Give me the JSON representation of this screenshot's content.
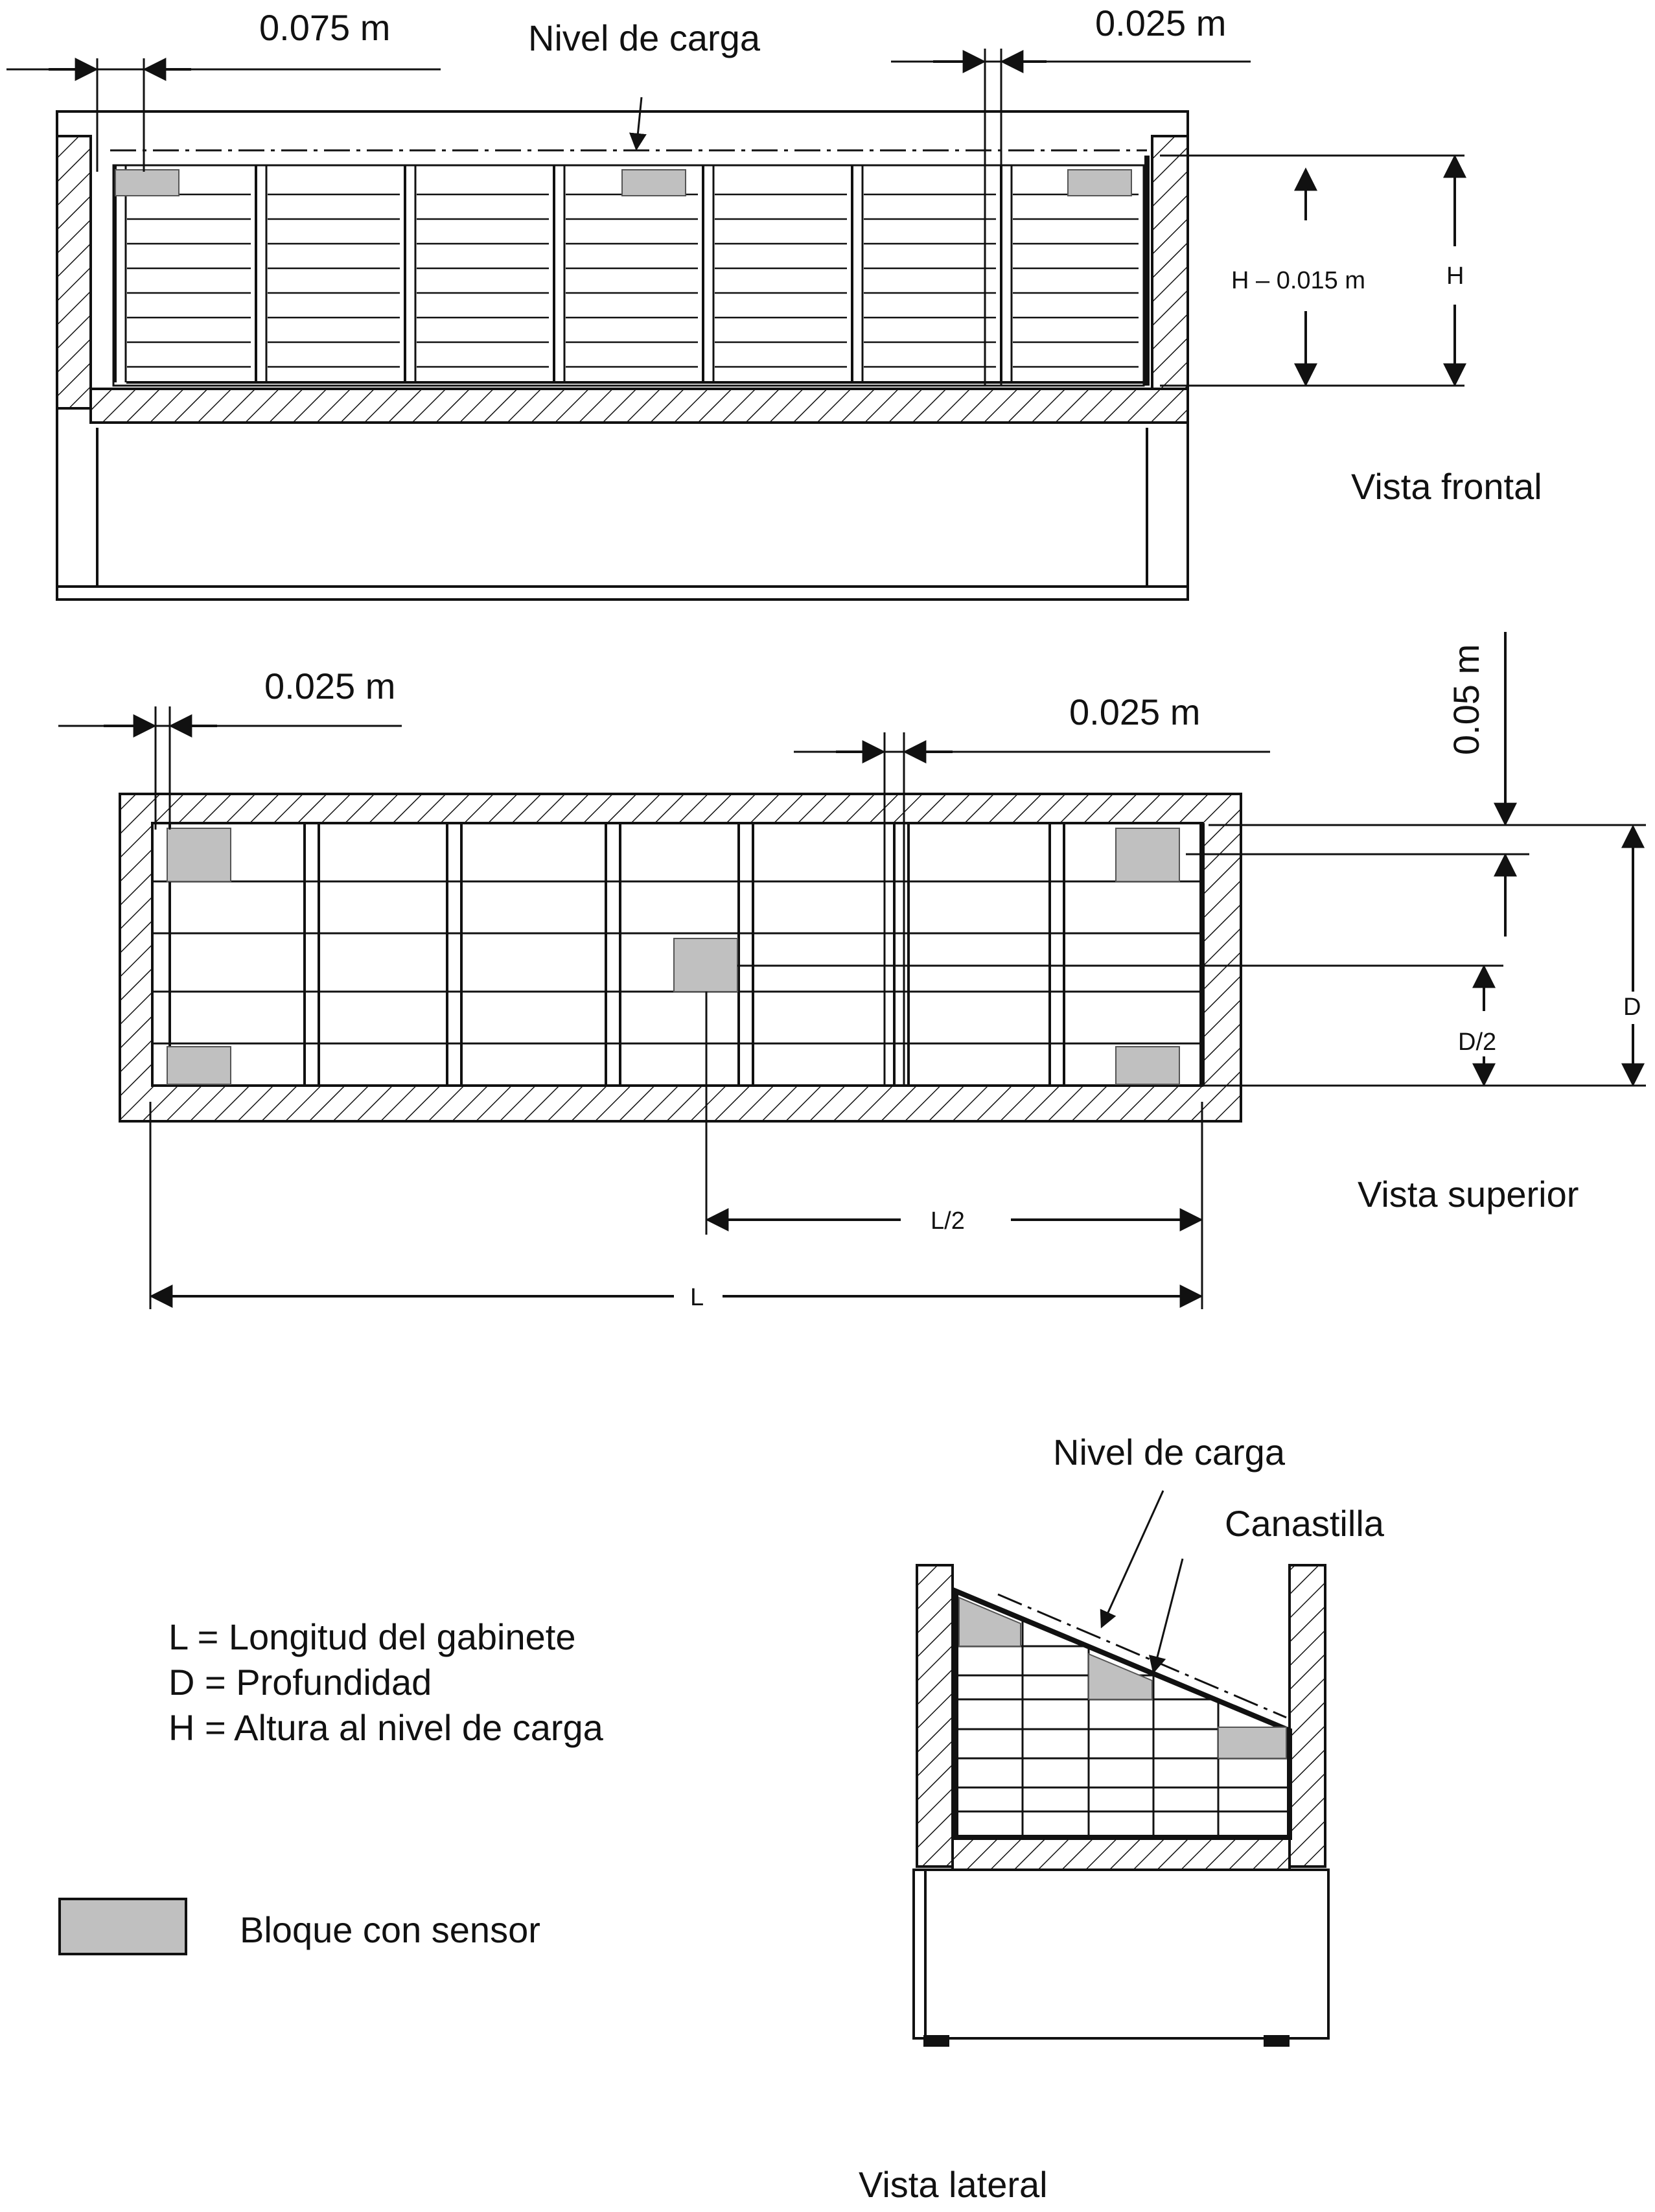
{
  "front_view": {
    "title": "Vista frontal",
    "load_level": "Nivel de carga",
    "dim_left": "0.075 m",
    "dim_right": "0.025 m",
    "dim_h_minus": "H – 0.015 m",
    "dim_h": "H"
  },
  "top_view": {
    "title": "Vista superior",
    "dim_left": "0.025 m",
    "dim_mid": "0.025 m",
    "dim_vertical": "0.05 m",
    "dim_d": "D",
    "dim_d_half": "D/2",
    "dim_l_half": "L/2",
    "dim_l": "L"
  },
  "side_view": {
    "title": "Vista lateral",
    "load_level": "Nivel de carga",
    "basket": "Canastilla"
  },
  "legend": {
    "l_def": "L = Longitud del gabinete",
    "d_def": "D = Profundidad",
    "h_def": "H = Altura al nivel de carga",
    "sensor_block": "Bloque con sensor"
  },
  "colors": {
    "sensor_fill": "#c0c0c0",
    "line": "#111111"
  }
}
